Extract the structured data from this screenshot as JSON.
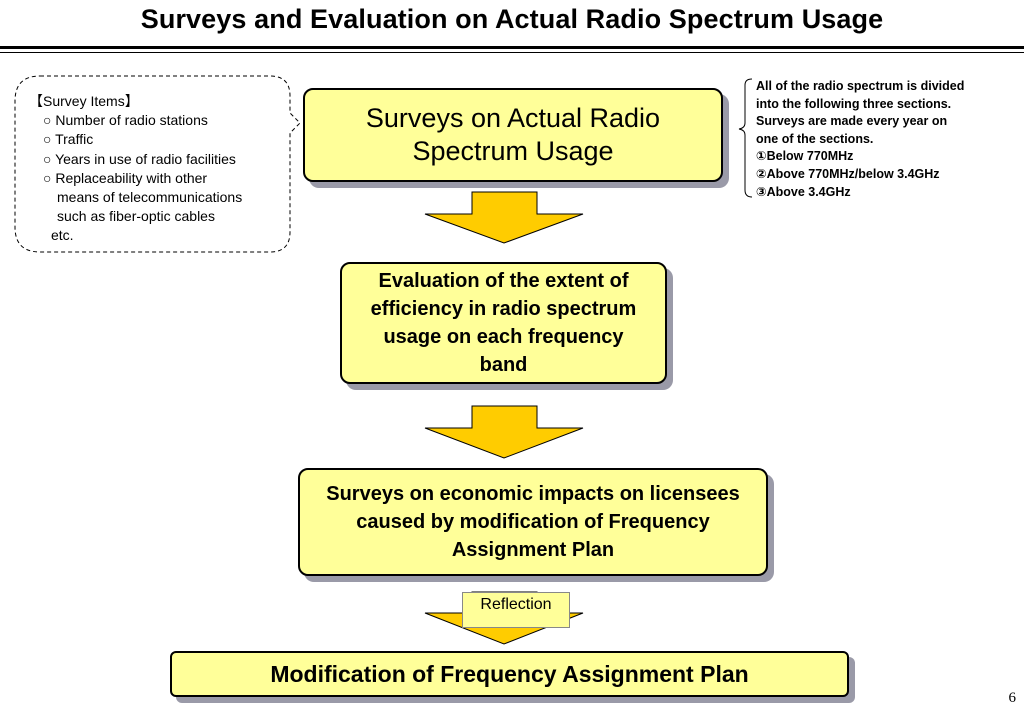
{
  "title": "Surveys and Evaluation on Actual Radio Spectrum Usage",
  "survey_items": {
    "heading": "【Survey Items】",
    "lines": [
      "○ Number of radio stations",
      "○ Traffic",
      "○ Years in use of radio facilities",
      "○ Replaceability with other",
      "means of telecommunications",
      "such as fiber-optic cables",
      "etc."
    ]
  },
  "flow": {
    "step1": "Surveys on Actual Radio Spectrum Usage",
    "step2": "Evaluation of the extent of efficiency in radio spectrum usage on each frequency band",
    "step3": "Surveys on economic impacts on licensees caused by modification of Frequency Assignment Plan",
    "reflection": "Reflection",
    "step4": "Modification of Frequency Assignment Plan"
  },
  "sections_note": {
    "lines": [
      "All of the radio spectrum is divided",
      "into the following three sections.",
      "Surveys are made every year on",
      "one of the sections.",
      "①Below 770MHz",
      "②Above 770MHz/below 3.4GHz",
      "③Above 3.4GHz"
    ]
  },
  "page_number": "6",
  "colors": {
    "box_fill": "#ffff99",
    "arrow_fill": "#ffcc00",
    "shadow": "#9a9aa8"
  }
}
